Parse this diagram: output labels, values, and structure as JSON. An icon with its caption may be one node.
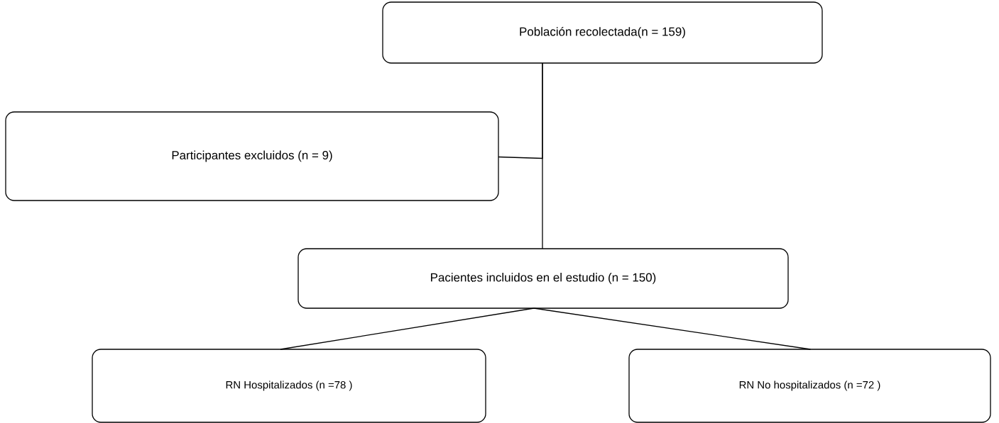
{
  "diagram": {
    "nodes": [
      {
        "text": [
          "Población recolectada(n = 159)"
        ]
      },
      {
        "text": [
          "Participantes excluidos (n = 9)"
        ]
      },
      {
        "text": [
          "Pacientes incluidos en el estudio (n = 150)"
        ]
      },
      {
        "text": [
          "RN Hospitalizados (n =78 )"
        ]
      },
      {
        "text": [
          "RN No hospitalizados (n =72 )"
        ]
      }
    ],
    "edges": [
      {
        "from": 0,
        "to": 2,
        "arrow": "none"
      },
      {
        "from": 0,
        "to": 1,
        "arrow": "none"
      },
      {
        "from": 2,
        "to": 3,
        "arrow": "none"
      },
      {
        "from": 2,
        "to": 4,
        "arrow": "none"
      }
    ]
  }
}
